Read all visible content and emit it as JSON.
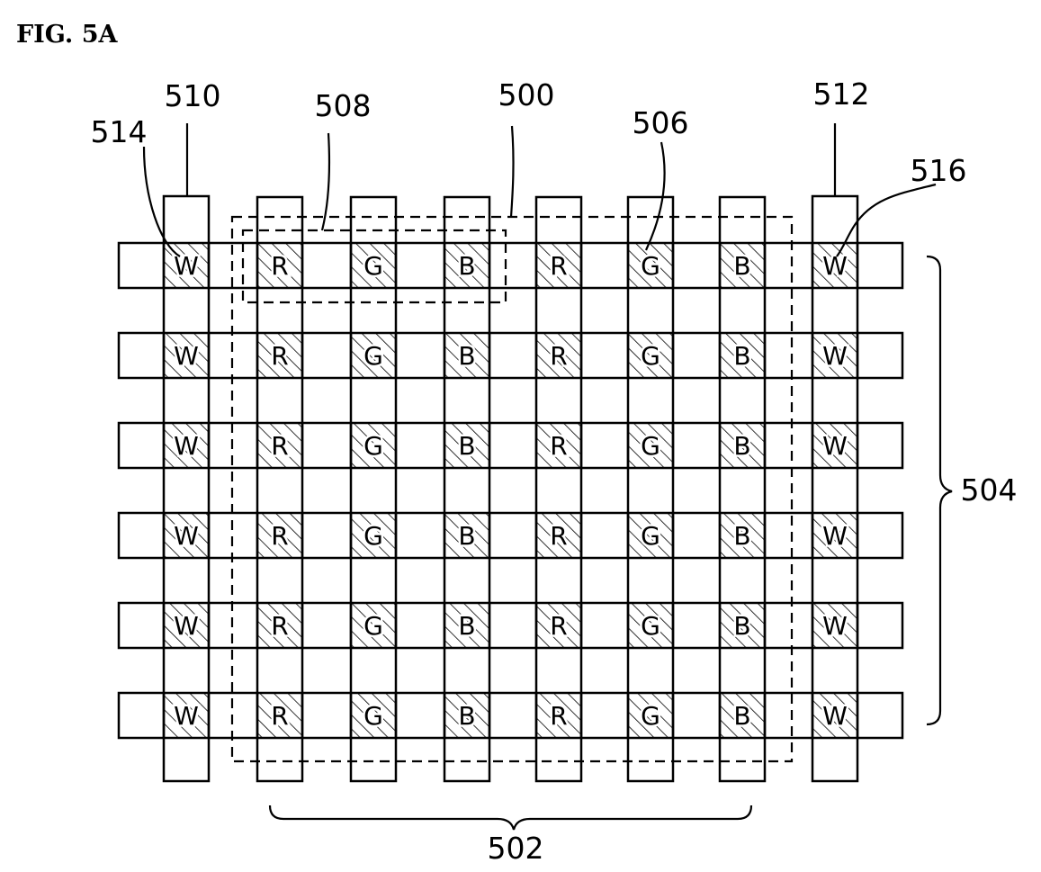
{
  "figure": {
    "title": "FIG. 5A",
    "labels": {
      "l500": "500",
      "l502": "502",
      "l504": "504",
      "l506": "506",
      "l508": "508",
      "l510": "510",
      "l512": "512",
      "l514": "514",
      "l516": "516"
    },
    "column_letters": [
      "W",
      "R",
      "G",
      "B",
      "R",
      "G",
      "B",
      "W"
    ],
    "row_count": 6
  }
}
